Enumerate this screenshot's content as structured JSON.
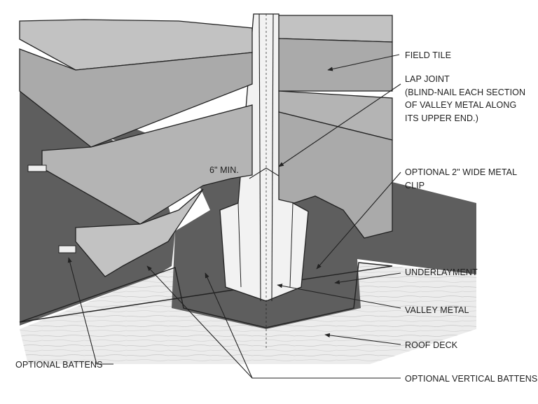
{
  "labels": {
    "field_tile": "FIELD TILE",
    "lap_joint": "LAP JOINT\n(BLIND-NAIL EACH SECTION\nOF VALLEY METAL ALONG\nITS UPPER END.)",
    "six_min": "6\" MIN.",
    "optional_clip": "OPTIONAL 2\" WIDE METAL\nCLIP",
    "underlayment": "UNDERLAYMENT",
    "valley_metal": "VALLEY METAL",
    "roof_deck": "ROOF DECK",
    "optional_battens": "OPTIONAL BATTENS",
    "optional_vertical_battens": "OPTIONAL VERTICAL BATTENS"
  },
  "colors": {
    "tile": "#aaaaaa",
    "tile_light": "#c2c2c2",
    "underlayment": "#5e5e5e",
    "deck": "#ececec",
    "metal": "#f2f2f2",
    "line": "#222222"
  }
}
